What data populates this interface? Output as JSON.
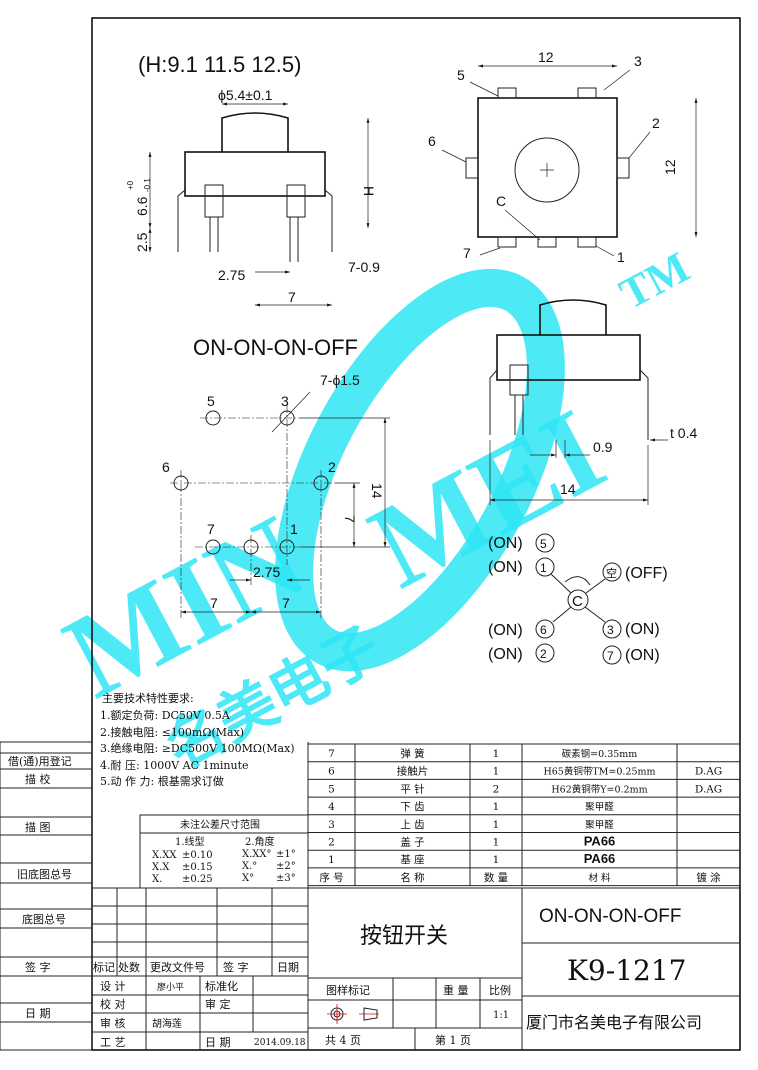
{
  "watermark": {
    "brand_left": "MIN",
    "brand_right": "MEI",
    "trademark": "TM",
    "chinese": "名美电子",
    "color": "#2ee6f5"
  },
  "side_view": {
    "height_options": "(H:9.1  11.5  12.5)",
    "cap_diameter": "ϕ5.4±0.1",
    "body_height": "6.6",
    "body_tol_upper": "+0",
    "body_tol_lower": "-0.1",
    "h_label": "H",
    "pin_length": "2.5",
    "pin_pitch": "2.75",
    "pin_width": "7-0.9",
    "pin_span": "7"
  },
  "top_view": {
    "width": "12",
    "height": "12",
    "pins": [
      "5",
      "3",
      "6",
      "2",
      "C",
      "7",
      "1"
    ]
  },
  "circuit_title": "ON-ON-ON-OFF",
  "pcb_layout": {
    "hole_spec": "7-ϕ1.5",
    "labels": [
      "5",
      "3",
      "6",
      "2",
      "7",
      "1"
    ],
    "height": "14",
    "half_height": "7",
    "pitch": "2.75",
    "left_span": "7",
    "right_span": "7"
  },
  "end_view": {
    "pin_width": "0.9",
    "thickness": "t 0.4",
    "span": "14"
  },
  "schematic": {
    "common": "C",
    "left": [
      {
        "state": "(ON)",
        "pin": "5"
      },
      {
        "state": "(ON)",
        "pin": "1"
      },
      {
        "state": "(ON)",
        "pin": "6"
      },
      {
        "state": "(ON)",
        "pin": "2"
      }
    ],
    "off": {
      "pin": "空",
      "state": "(OFF)"
    },
    "right": [
      {
        "pin": "3",
        "state": "(ON)"
      },
      {
        "pin": "7",
        "state": "(ON)"
      }
    ]
  },
  "requirements": {
    "title": "主要技术特性要求:",
    "items": [
      "1.额定负荷:  DC50V 0.5A",
      "2.接触电阻:   ≤100mΩ(Max)",
      "3.绝缘电阻: ≥DC500V 100MΩ(Max)",
      "4.耐     压: 1000V AC 1minute",
      "5.动 作 力: 根基需求订做"
    ]
  },
  "tolerance": {
    "title": "未注公差尺寸范围",
    "linear_title": "1.线型",
    "angle_title": "2.角度",
    "linear": [
      [
        "X.XX",
        "±0.10"
      ],
      [
        "X.X",
        "±0.15"
      ],
      [
        "X.",
        "±0.25"
      ]
    ],
    "angle": [
      [
        "X.XX°",
        "±1°"
      ],
      [
        "X.°",
        "±2°"
      ],
      [
        "X°",
        "±3°"
      ]
    ]
  },
  "parts_table": {
    "headers": [
      "序 号",
      "名    称",
      "数 量",
      "材    料",
      "镀  涂"
    ],
    "rows": [
      [
        "7",
        "弹 簧",
        "1",
        "碳素钢=0.35mm",
        ""
      ],
      [
        "6",
        "接触片",
        "1",
        "H65黄铜带TM=0.25mm",
        "D.AG"
      ],
      [
        "5",
        "平 针",
        "2",
        "H62黄铜带Y=0.2mm",
        "D.AG"
      ],
      [
        "4",
        "下 齿",
        "1",
        "聚甲醛",
        ""
      ],
      [
        "3",
        "上 齿",
        "1",
        "聚甲醛",
        ""
      ],
      [
        "2",
        "盖  子",
        "1",
        "PA66",
        ""
      ],
      [
        "1",
        "基  座",
        "1",
        "PA66",
        ""
      ]
    ]
  },
  "left_column": {
    "labels": [
      "借(通)用登记",
      "描    校",
      "描    图",
      "旧底图总号",
      "底图总号",
      "签    字",
      "日    期"
    ]
  },
  "revision": {
    "headers": [
      "标记",
      "处数",
      "更改文件号",
      "签  字",
      "日期"
    ]
  },
  "signoff": {
    "design_label": "设  计",
    "designer": "廖小平",
    "standard_label": "标准化",
    "check_label": "校  对",
    "approve_label": "审  定",
    "review_label": "审  核",
    "reviewer": "胡海莲",
    "process_label": "工  艺",
    "date_label": "日  期",
    "date": "2014.09.18"
  },
  "title_block": {
    "product_name": "按钮开关",
    "drawing_mark_label": "图样标记",
    "weight_label": "重 量",
    "scale_label": "比例",
    "scale": "1:1",
    "total_pages": "共    4    页",
    "page": "第    1    页",
    "function": "ON-ON-ON-OFF",
    "part_number": "K9-1217",
    "company": "厦门市名美电子有限公司"
  }
}
